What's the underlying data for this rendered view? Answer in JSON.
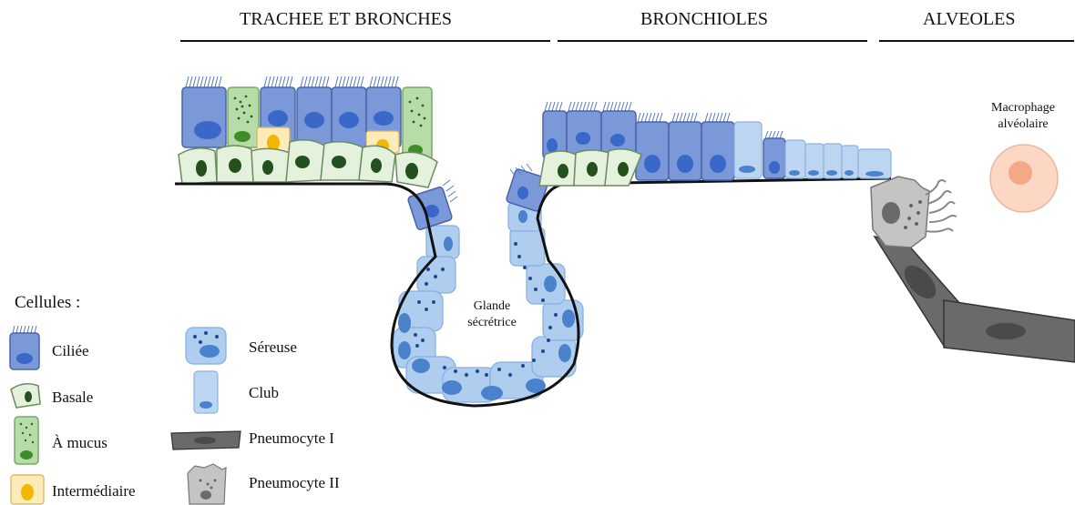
{
  "sections": {
    "trachea": "TRACHEE ET BRONCHES",
    "bronchioles": "BRONCHIOLES",
    "alveoles": "ALVEOLES"
  },
  "labels": {
    "gland_line1": "Glande",
    "gland_line2": "sécrétrice",
    "macrophage_line1": "Macrophage",
    "macrophage_line2": "alvéolaire"
  },
  "legend": {
    "title": "Cellules :",
    "items": [
      "Ciliée",
      "Basale",
      "À mucus",
      "Intermédiaire",
      "Séreuse",
      "Club",
      "Pneumocyte I",
      "Pneumocyte II"
    ]
  },
  "colors": {
    "ciliated": "#7b98d8",
    "ciliated_nucleus": "#3a68c8",
    "basal": "#e4f1dc",
    "basal_nucleus": "#24501e",
    "mucus": "#b8dca8",
    "intermediate": "#fdecb8",
    "intermediate_nucleus": "#f2b800",
    "serous": "#aecdef",
    "club": "#bcd6f2",
    "pneumocyte": "#6a6a6a",
    "pneumocyte2": "#c4c4c4",
    "macrophage": "#fcd8c4"
  }
}
